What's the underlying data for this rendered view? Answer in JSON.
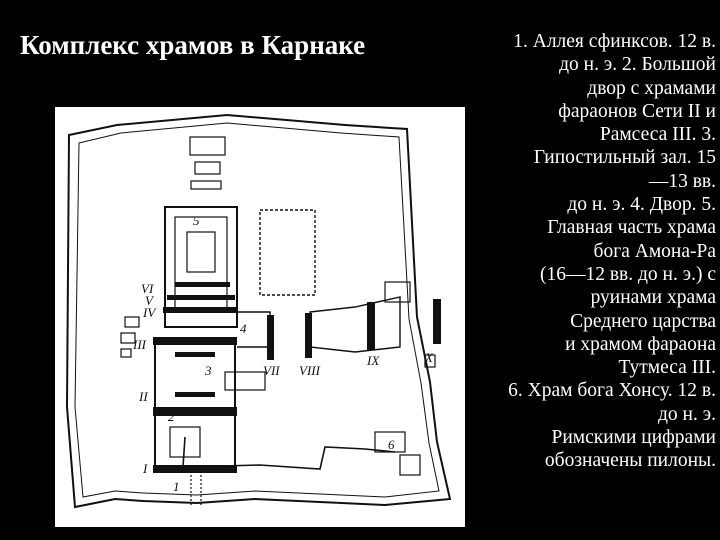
{
  "title": "Комплекс храмов в Карнаке",
  "caption": {
    "lines": [
      "1.   Аллея сфинксов. 12 в.",
      "до н. э. 2. Большой",
      "двор с храмами",
      "фараонов Сети II и",
      "Рамсеса III. 3.",
      "Гипостильный зал. 15",
      "—13 вв.",
      "до н. э. 4. Двор. 5.",
      "Главная часть храма",
      "бога Амона-Ра",
      "(16—12 вв. до н. э.)  с",
      "руинами храма",
      "Среднего царства",
      "и храмом фараона",
      "Тутмеса III.",
      "6. Храм бога Хонсу. 12 в.",
      "до н. э.",
      "Римскими цифрами",
      "обозначены пилоны."
    ]
  },
  "plan": {
    "ink_color": "#111111",
    "paper_color": "#ffffff",
    "labels": {
      "n1": "1",
      "n2": "2",
      "n3": "3",
      "n4": "4",
      "n5": "5",
      "n6": "6",
      "pI": "I",
      "pII": "II",
      "pIII": "III",
      "pIV": "IV",
      "pV": "V",
      "pVI": "VI",
      "pVII": "VII",
      "pVIII": "VIII",
      "pIX": "IX",
      "pX": "X"
    }
  }
}
